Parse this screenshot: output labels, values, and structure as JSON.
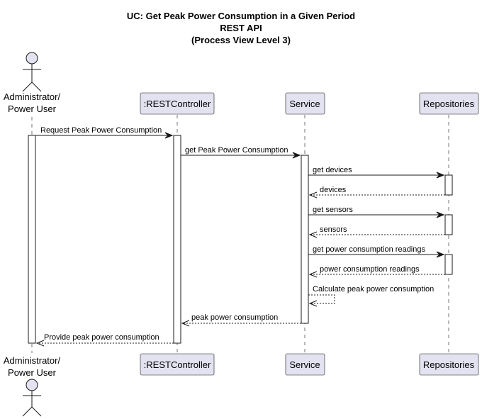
{
  "title": {
    "line1": "UC: Get Peak Power Consumption in a Given Period",
    "line2": "REST API",
    "line3": "(Process View Level 3)"
  },
  "participants": {
    "actor": {
      "line1": "Administrator/",
      "line2": "Power User"
    },
    "controller": ":RESTController",
    "service": "Service",
    "repositories": "Repositories"
  },
  "messages": [
    {
      "text": "Request Peak Power Consumption",
      "style": "solid"
    },
    {
      "text": "get Peak Power Consumption",
      "style": "solid"
    },
    {
      "text": "get devices",
      "style": "solid"
    },
    {
      "text": "devices",
      "style": "dashed"
    },
    {
      "text": "get sensors",
      "style": "solid"
    },
    {
      "text": "sensors",
      "style": "dashed"
    },
    {
      "text": "get power consumption readings",
      "style": "solid"
    },
    {
      "text": "power consumption readings",
      "style": "dashed"
    },
    {
      "text": "Calculate peak power consumption",
      "style": "dashed-self"
    },
    {
      "text": "peak power consumption",
      "style": "dashed"
    },
    {
      "text": "Provide peak power consumption",
      "style": "dashed"
    }
  ],
  "colors": {
    "participant_fill": "#E2E2F0",
    "line": "#181818",
    "background": "#FFFFFF"
  }
}
